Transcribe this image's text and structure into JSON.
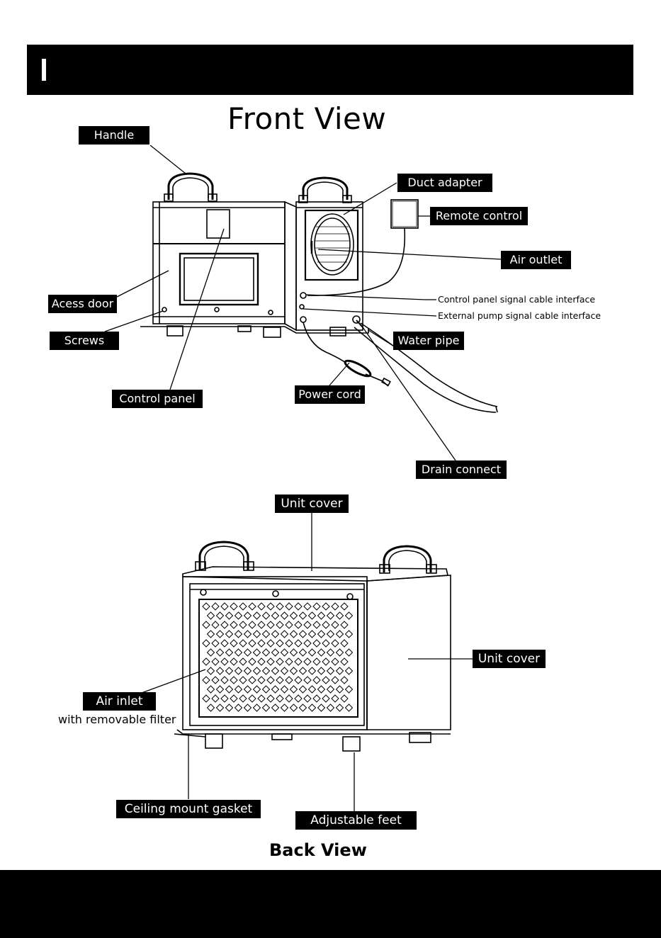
{
  "front_view": {
    "title": "Front View",
    "labels": {
      "handle": "Handle",
      "duct_adapter": "Duct adapter",
      "remote_control": "Remote control",
      "air_outlet": "Air outlet",
      "access_door": "Acess door",
      "screws": "Screws",
      "control_panel": "Control panel",
      "control_panel_signal": "Control panel signal cable interface",
      "external_pump_signal": "External pump signal cable interface",
      "water_pipe": "Water pipe",
      "power_cord": "Power cord",
      "drain_connect": "Drain connect"
    }
  },
  "back_view": {
    "title": "Back View",
    "labels": {
      "unit_cover_top": "Unit cover",
      "unit_cover_side": "Unit cover",
      "air_inlet": "Air inlet",
      "air_inlet_sub": "with removable filter",
      "ceiling_mount_gasket": "Ceiling mount gasket",
      "adjustable_feet": "Adjustable feet"
    }
  }
}
